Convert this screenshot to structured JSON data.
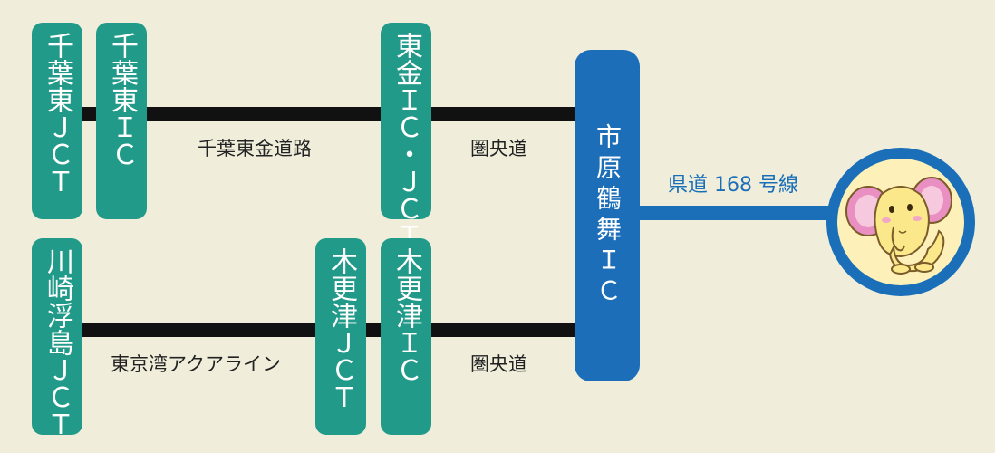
{
  "nodes": {
    "chiba_higashi_jct": "千葉東ＪＣＴ",
    "chiba_higashi_ic": "千葉東ＩＣ",
    "togane_ic_jct": "東金ＩＣ・ＪＣＴ",
    "ichihara_tsurumai_ic": "市原鶴舞ＩＣ",
    "kawasaki_ukishima_jct": "川崎浮島ＪＣＴ",
    "kisarazu_jct": "木更津ＪＣＴ",
    "kisarazu_ic": "木更津ＩＣ"
  },
  "roads": {
    "chiba_togane_road": "千葉東金道路",
    "ken_o_do_upper": "圏央道",
    "tokyo_bay_aqualine": "東京湾アクアライン",
    "ken_o_do_lower": "圏央道",
    "prefectural_route_168": "県道 168 号線"
  },
  "colors": {
    "background": "#f0eedb",
    "teal_node": "#229a8a",
    "blue_node": "#1b6eb7",
    "expressway": "#111111",
    "prefectural_road": "#1a6fb8"
  },
  "icons": {
    "destination": "elephant-mascot-icon"
  }
}
